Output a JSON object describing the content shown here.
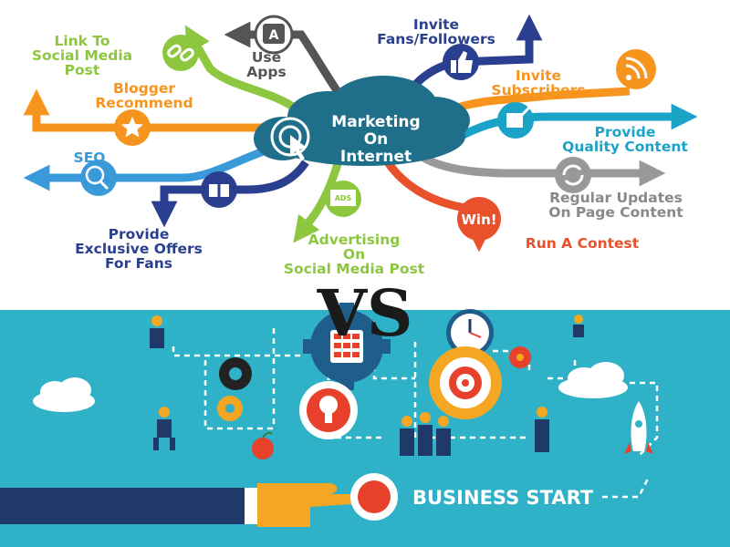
{
  "top": {
    "center_label": [
      "Marketing",
      "On",
      "Internet"
    ],
    "branches": [
      {
        "id": "link",
        "lines": [
          "Link To",
          "Social Media",
          "Post"
        ],
        "color": "#8dc63f"
      },
      {
        "id": "apps",
        "lines": [
          "Use",
          "Apps"
        ],
        "color": "#555555"
      },
      {
        "id": "invite-fans",
        "lines": [
          "Invite",
          "Fans/Followers"
        ],
        "color": "#2a3f8f"
      },
      {
        "id": "invite-subs",
        "lines": [
          "Invite",
          "Subscribers"
        ],
        "color": "#f7941d"
      },
      {
        "id": "blogger",
        "lines": [
          "Blogger",
          "Recommend"
        ],
        "color": "#f7941d"
      },
      {
        "id": "seo",
        "lines": [
          "SEO"
        ],
        "color": "#3a9ad9"
      },
      {
        "id": "quality",
        "lines": [
          "Provide",
          "Quality Content"
        ],
        "color": "#1aa3c6"
      },
      {
        "id": "updates",
        "lines": [
          "Regular Updates",
          "On Page Content"
        ],
        "color": "#888888"
      },
      {
        "id": "offers",
        "lines": [
          "Provide",
          "Exclusive Offers",
          "For Fans"
        ],
        "color": "#2a3f8f"
      },
      {
        "id": "advertising",
        "lines": [
          "Advertising",
          "On",
          "Social Media Post"
        ],
        "color": "#8dc63f"
      },
      {
        "id": "contest",
        "lines": [
          "Run A Contest"
        ],
        "color": "#e8512b"
      }
    ],
    "icons": {
      "apps_badge": "A",
      "ads_badge": "ADS",
      "win_badge": "Win!"
    }
  },
  "divider": {
    "text": "VS"
  },
  "bottom": {
    "caption": "BUSINESS START",
    "colors": {
      "background": "#2fb2c7",
      "accent": "#f5a623",
      "dark": "#1f3a68",
      "red": "#e8412b"
    }
  }
}
